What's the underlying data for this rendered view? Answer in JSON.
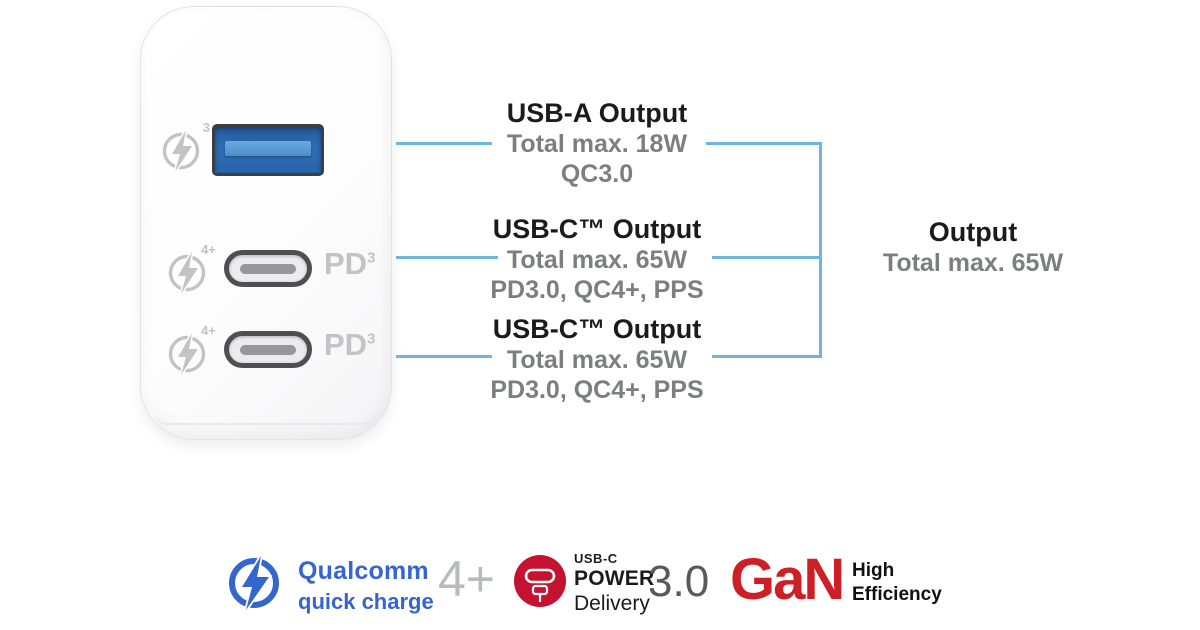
{
  "colors": {
    "callout_line": "#70b5dc",
    "heading_text": "#1b1b1d",
    "gray_text": "#7d7e80",
    "port_label_gray": "#c3c3c5",
    "qualcomm_blue": "#3566d0",
    "pd_red": "#c41230",
    "gan_red": "#cc2026",
    "usba_blue": "#2e6db4"
  },
  "charger": {
    "usba_port": {
      "qc_superscript": "3"
    },
    "usbc_ports": [
      {
        "qc_superscript": "4+",
        "pd_label": "PD",
        "pd_superscript": "3"
      },
      {
        "qc_superscript": "4+",
        "pd_label": "PD",
        "pd_superscript": "3"
      }
    ]
  },
  "callouts": [
    {
      "title": "USB-A Output",
      "detail": "Total max. 18W",
      "spec": "QC3.0"
    },
    {
      "title": "USB-C™ Output",
      "detail": "Total max. 65W",
      "spec": "PD3.0, QC4+, PPS"
    },
    {
      "title": "USB-C™ Output",
      "detail": "Total max. 65W",
      "spec": "PD3.0, QC4+, PPS"
    }
  ],
  "output_summary": {
    "title": "Output",
    "detail": "Total max. 65W"
  },
  "badges": {
    "qualcomm": {
      "brand": "Qualcomm",
      "product": "quick charge",
      "version": "4+"
    },
    "power_delivery": {
      "top": "USB-C",
      "mid": "POWER",
      "bottom": "Delivery",
      "version": "3.0"
    },
    "gan": {
      "name": "GaN",
      "tagline_line1": "High",
      "tagline_line2": "Efficiency"
    }
  }
}
